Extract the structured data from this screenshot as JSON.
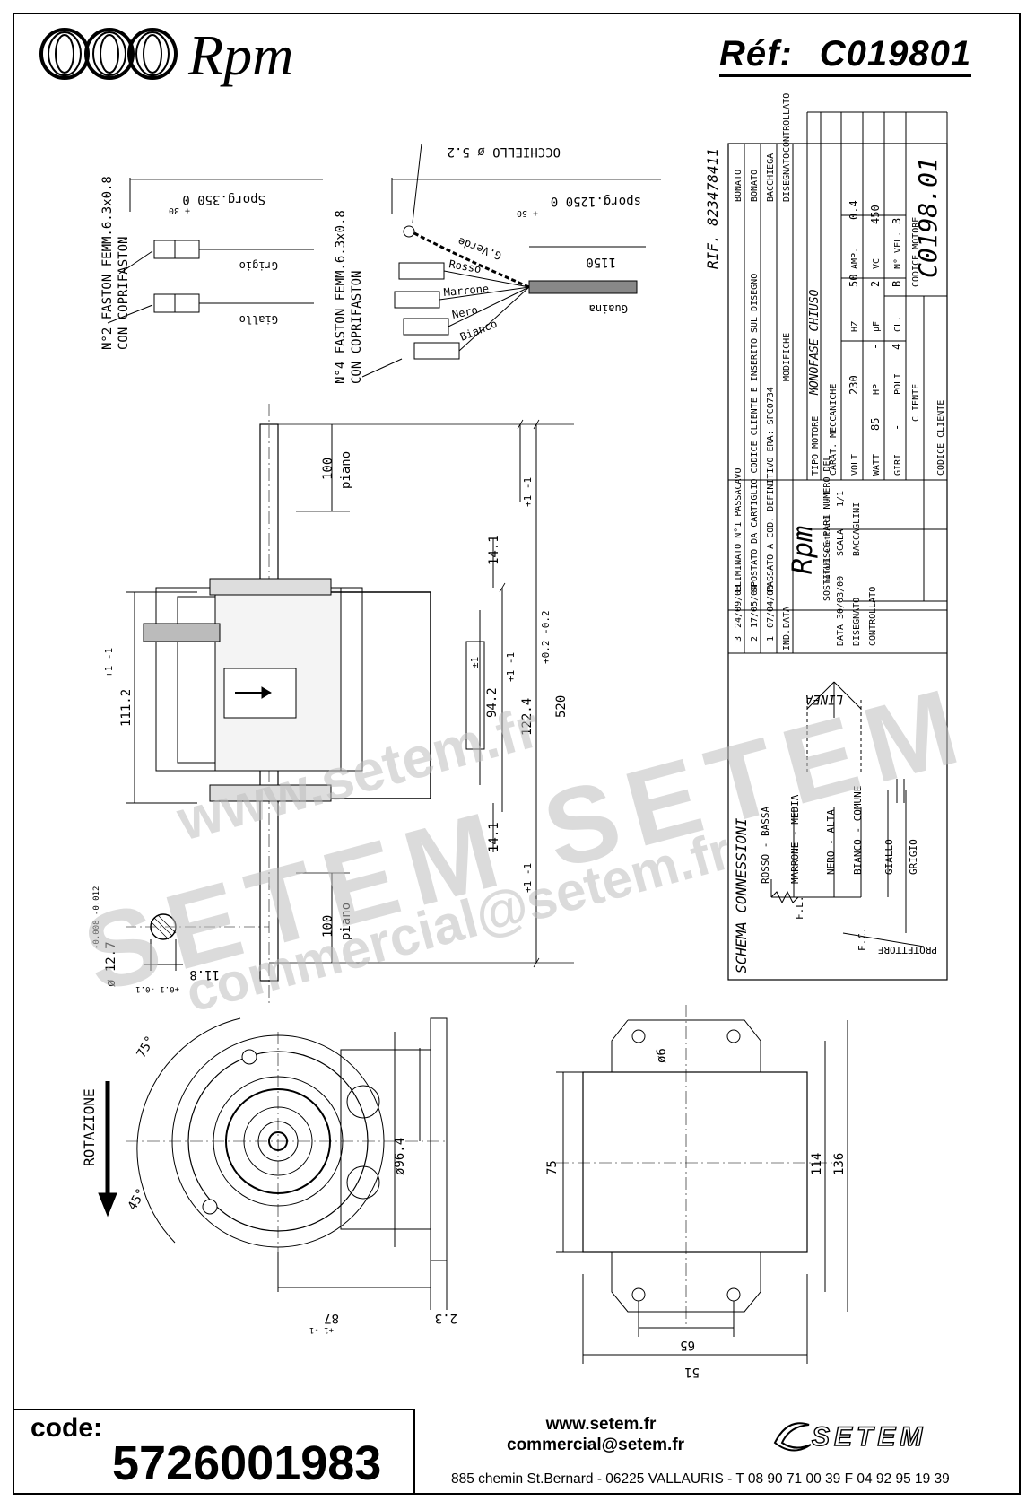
{
  "header": {
    "brand": "Rpm",
    "ref_label": "Réf:",
    "ref_value": "C019801"
  },
  "wires_top": {
    "faston2": "N°2 FASTON FEMM.6.3x0.8",
    "faston2_sub": "CON COPRIFASTON",
    "faston4": "N°4 FASTON FEMM.6.3x0.8",
    "faston4_sub": "CON COPRIFASTON",
    "sporg350": "Sporg.350  0",
    "sporg350_tol": "+ 30",
    "sporg1250": "sporg.1250  0",
    "sporg1250_tol": "+ 50",
    "occhiello": "OCCHIELLO ø 5.2",
    "grigio": "Grigio",
    "giallo": "Giallo",
    "verde": "G.Verde",
    "rosso": "Rosso",
    "marrone": "Marrone",
    "nero": "Nero",
    "bianco": "Bianco",
    "guaina": "Guaina",
    "len1150": "1150"
  },
  "side_view": {
    "d100": "100",
    "piano": "piano",
    "d111": "111.2",
    "d111_tol": "+1  -1",
    "d94": "94.2",
    "d94_tol": "±1",
    "d122": "122.4",
    "d122_tol": "+1  -1",
    "d520": "520",
    "d520_tol": "+0.2  -0.2",
    "d14": "14.1",
    "d14_tol": "+1  -1",
    "shaft": "ø 12.7",
    "shaft_tol": "-0.008  -0.012",
    "d11": "11.8",
    "d11_tol": "+0.1  -0.1"
  },
  "front_view": {
    "rotazione": "ROTAZIONE",
    "a75": "75°",
    "a45": "45°",
    "d96": "ø96.4",
    "d87": "87",
    "d87_tol": "+1  -1",
    "d23": "2.3"
  },
  "bracket_view": {
    "d6": "ø6",
    "d75": "75",
    "d114": "114",
    "d136": "136",
    "d65": "65",
    "d51": "51",
    "eq": "="
  },
  "schema": {
    "title": "SCHEMA CONNESSIONI",
    "linea": "LINEA",
    "rosso": "ROSSO - BASSA",
    "marrone": "MARRONE - MEDIA",
    "nero": "NERO - ALTA",
    "bianco": "BIANCO - COMUNE",
    "giallo": "GIALLO",
    "grigio": "GRIGIO",
    "fl": "F.L.",
    "fc": "F.C.",
    "protettore": "PROTETTORE"
  },
  "title_block": {
    "rif": "RIF. 823478411",
    "mods": [
      {
        "n": "3",
        "date": "24/09/08",
        "text": "ELIMINATO N°1 PASSACAVO",
        "des": "BONATO"
      },
      {
        "n": "2",
        "date": "17/05/04",
        "text": "SPOSTATO DA CARTIGLIO CODICE CLIENTE E INSERITO SUL DISEGNO",
        "des": "BONATO"
      },
      {
        "n": "1",
        "date": "07/04/00",
        "text": "PASSATO A COD. DEFINITIVO ERA: SPC0734",
        "des": "BACCHIEGA"
      }
    ],
    "ind": "IND.",
    "data_lbl": "DATA",
    "modifiche": "MODIFICHE",
    "disegnato": "DISEGNATO",
    "controllato": "CONTROLLATO",
    "tipo_motore": "TIPO MOTORE",
    "tipo_val": "MONOFASE CHIUSO",
    "carat": "CARAT. MECCANICHE",
    "carat_val": "-",
    "volt": "VOLT",
    "volt_v": "230",
    "hz": "HZ",
    "hz_v": "50",
    "amp": "AMP.",
    "amp_v": "0.4",
    "watt": "WATT",
    "watt_v": "85",
    "hp": "HP",
    "hp_v": "-",
    "uf": "µF",
    "uf_v": "2",
    "vc": "VC",
    "vc_v": "450",
    "giri": "GIRI",
    "giri_v": "-",
    "poli": "POLI",
    "poli_v": "4",
    "cl": "CL.",
    "cl_v": "B",
    "nvel": "N° VEL.",
    "nvel_v": "3",
    "cliente": "CLIENTE",
    "codice_motore": "CODICE MOTORE",
    "codice_val": "C0198.01",
    "codice_cliente": "CODICE CLIENTE",
    "rpm": "Rpm",
    "motori": "motori elettrici",
    "sostituisce": "SOSTITUISCE PARI NUMERO DEL",
    "sost_v": "-",
    "scala": "SCALA",
    "scala_v": "1/1",
    "data_v": "30/03/00",
    "dis_v": "BACCAGLINI"
  },
  "watermark": {
    "line1": "www.setem.fr",
    "line2": "SETEM SETEM",
    "line3": "commercial@setem.fr"
  },
  "footer": {
    "code_label": "code:",
    "code_value": "5726001983",
    "web": "www.setem.fr",
    "email": "commercial@setem.fr",
    "address": "885 chemin St.Bernard  -  06225 VALLAURIS  -  T 08 90 71 00 39   F 04 92 95 19 39",
    "logo": "SETEM"
  }
}
